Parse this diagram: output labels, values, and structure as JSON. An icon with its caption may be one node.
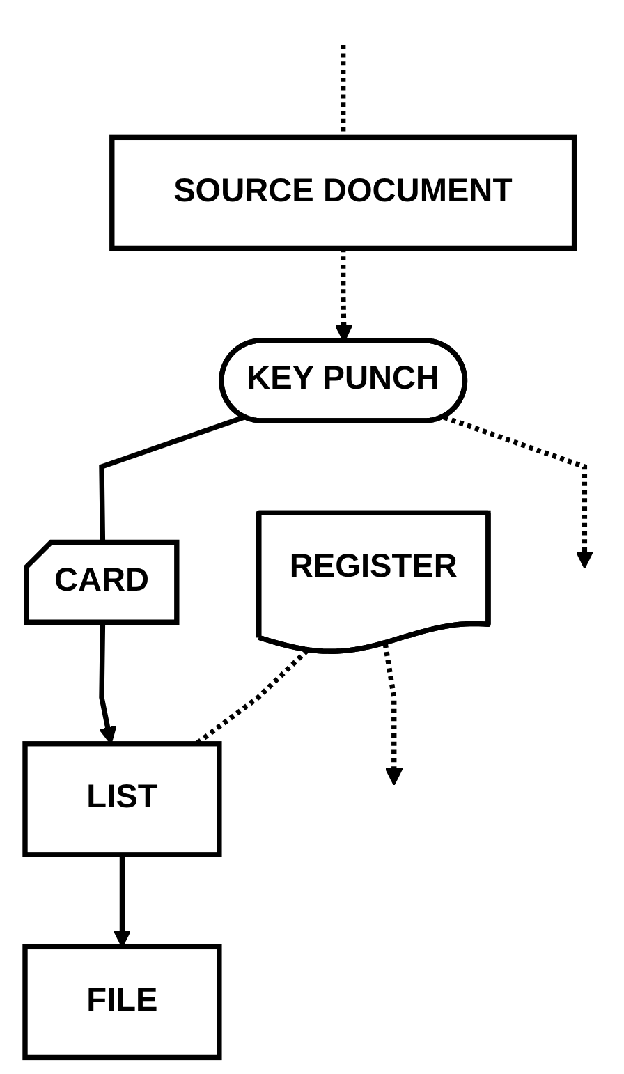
{
  "diagram": {
    "nodes": [
      {
        "text": [
          "SOURCE DOCUMENT"
        ]
      },
      {
        "text": [
          "KEY PUNCH"
        ]
      },
      {
        "text": [
          "CARD"
        ]
      },
      {
        "text": [
          "REGISTER"
        ]
      },
      {
        "text": [
          "LIST"
        ]
      },
      {
        "text": [
          "FILE"
        ]
      }
    ],
    "edges": [
      {
        "from": null,
        "to": 0,
        "arrow": "none",
        "style": "dashed"
      },
      {
        "from": 0,
        "to": 1,
        "arrow": "to",
        "style": "dashed"
      },
      {
        "from": 1,
        "to": null,
        "arrow": "to",
        "style": "dashed"
      },
      {
        "from": 1,
        "to": 2,
        "arrow": "none"
      },
      {
        "from": 2,
        "to": 4,
        "arrow": "to"
      },
      {
        "from": 3,
        "to": 4,
        "arrow": "none",
        "style": "dashed"
      },
      {
        "from": 3,
        "to": null,
        "arrow": "to",
        "style": "dashed"
      },
      {
        "from": 4,
        "to": 5,
        "arrow": "to"
      }
    ]
  }
}
